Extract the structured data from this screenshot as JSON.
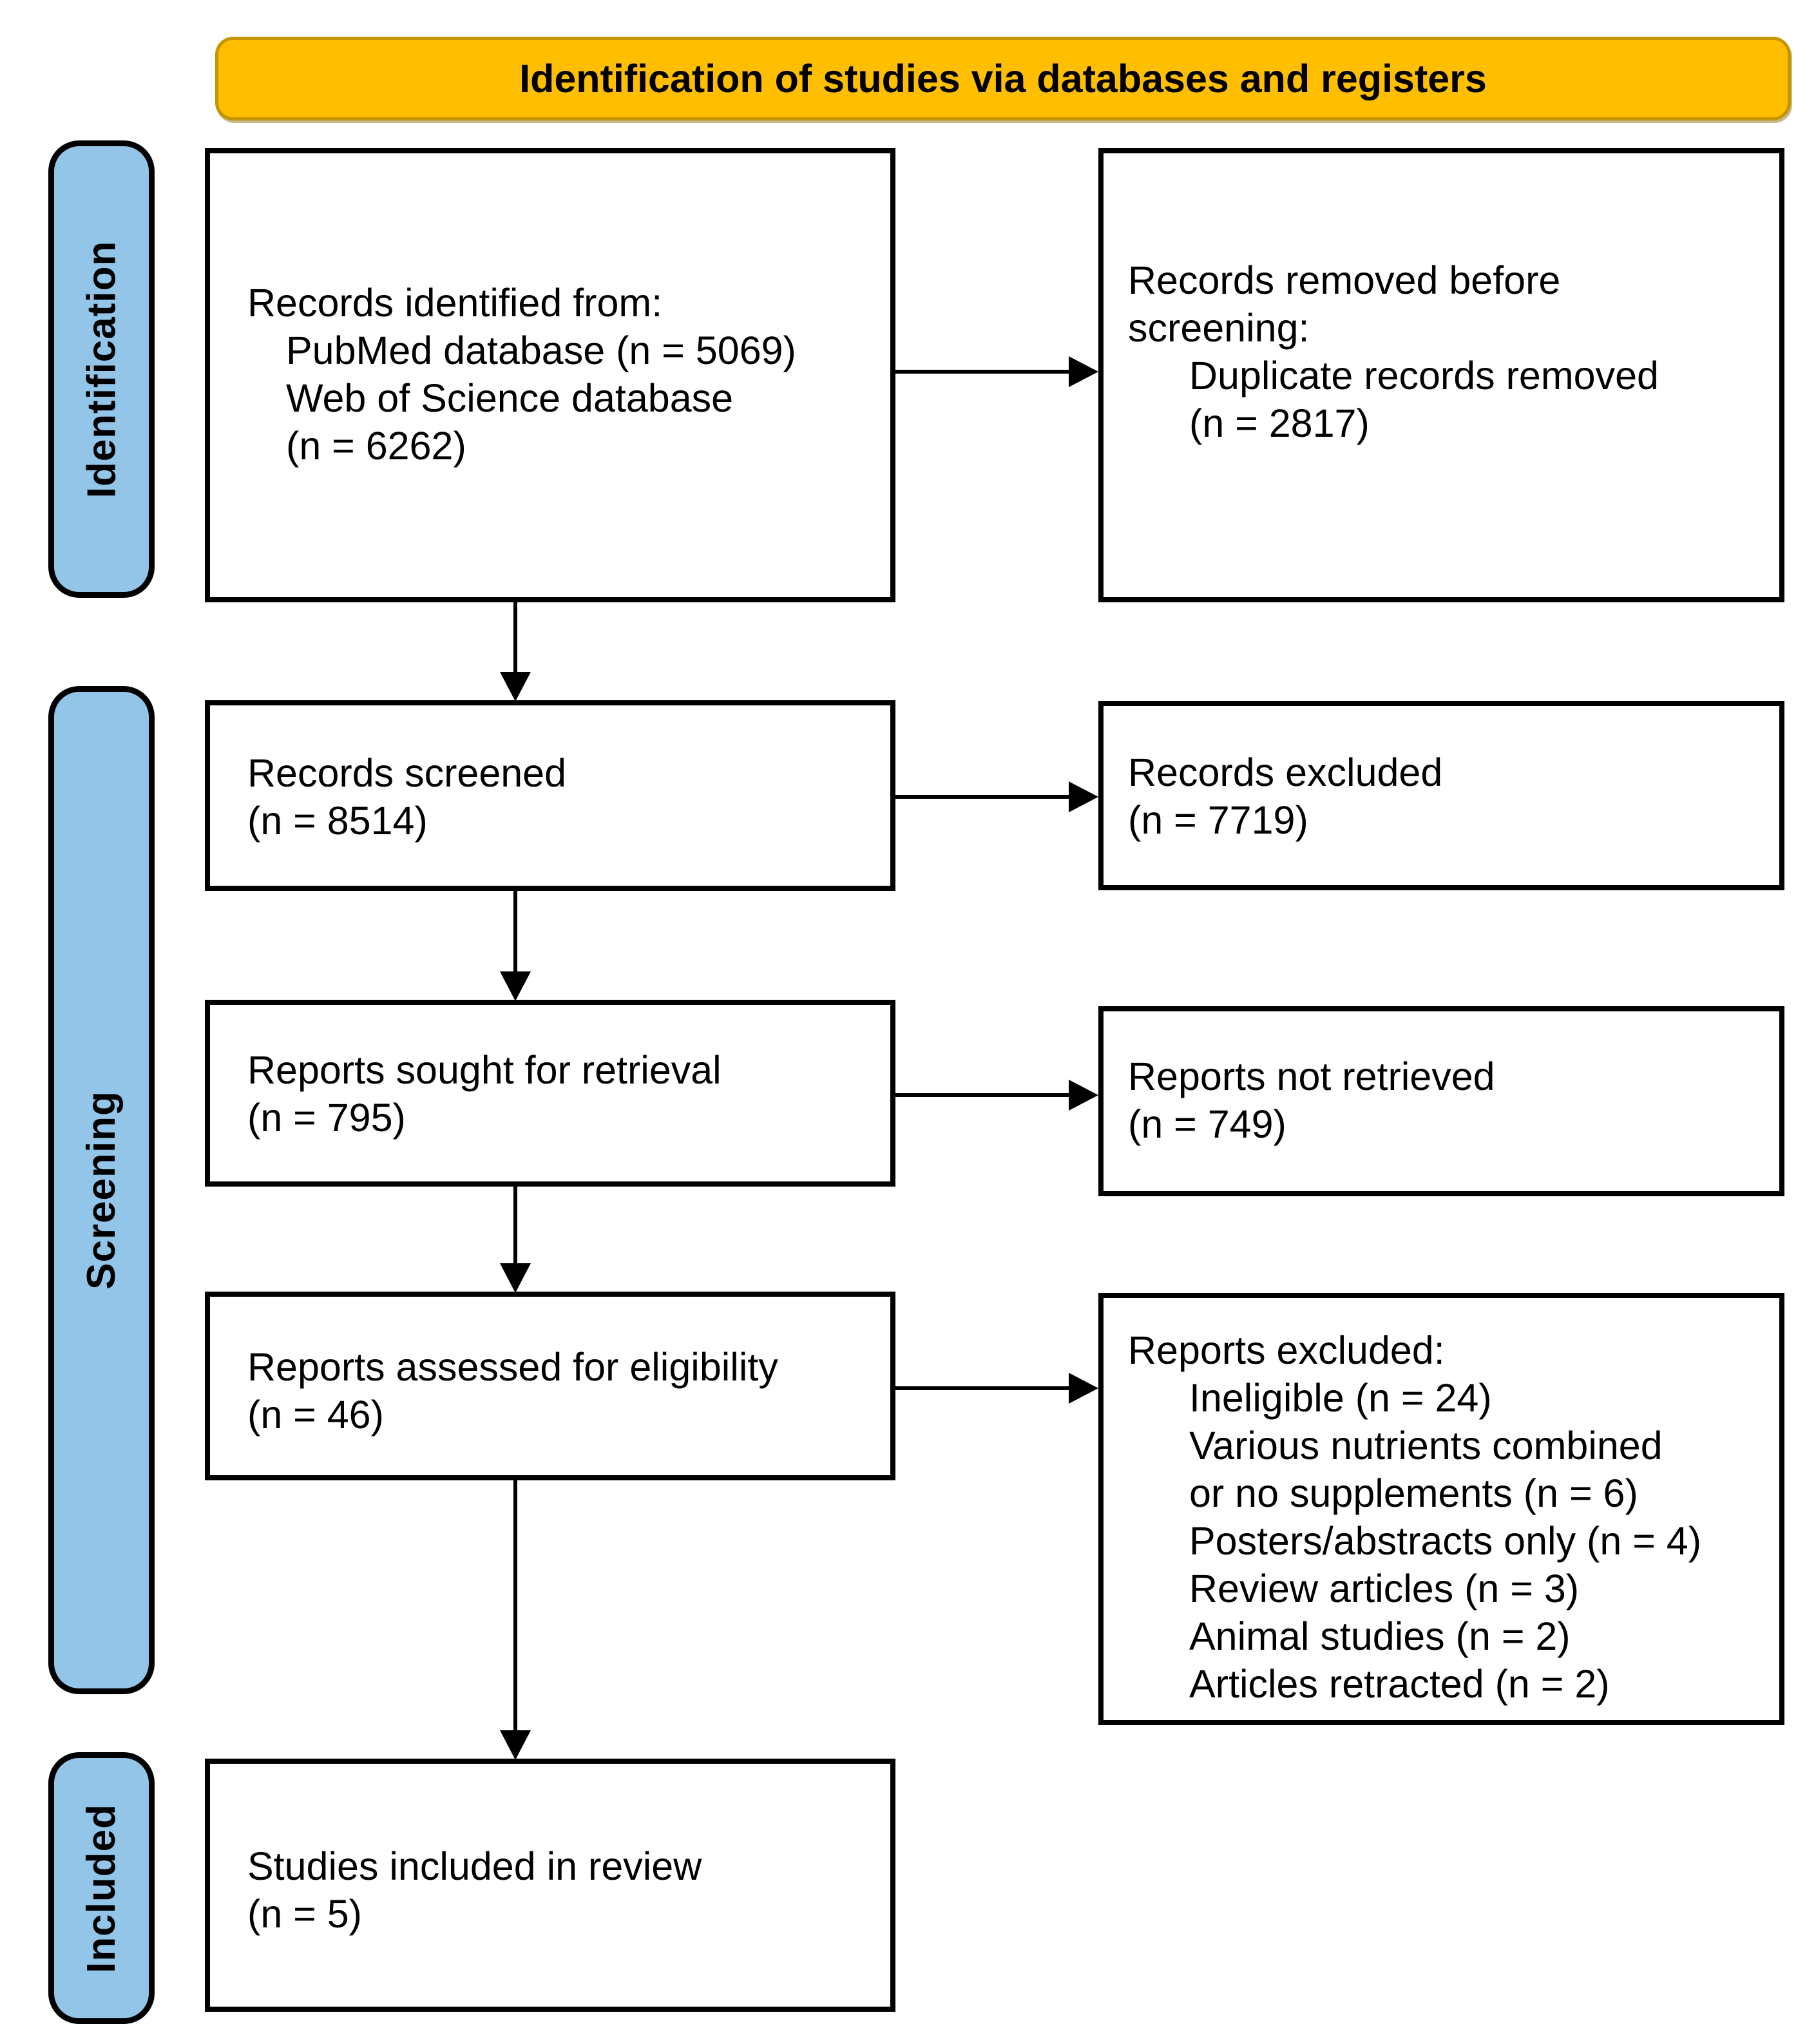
{
  "banner": {
    "title": "Identification of studies via databases and registers"
  },
  "stages": [
    {
      "label": "Identification"
    },
    {
      "label": "Screening"
    },
    {
      "label": "Included"
    }
  ],
  "boxes": {
    "identified": {
      "lines": [
        "Records identified from:",
        "PubMed database (n = 5069)",
        "Web of Science database",
        "(n = 6262)"
      ]
    },
    "removed_before_screening": {
      "lines": [
        "Records removed before",
        "screening:",
        "Duplicate records removed",
        "(n = 2817)"
      ]
    },
    "screened": {
      "lines": [
        "Records screened",
        "(n = 8514)"
      ]
    },
    "records_excluded": {
      "lines": [
        "Records excluded",
        "(n = 7719)"
      ]
    },
    "sought_for_retrieval": {
      "lines": [
        "Reports sought for retrieval",
        "(n = 795)"
      ]
    },
    "not_retrieved": {
      "lines": [
        "Reports not retrieved",
        "(n = 749)"
      ]
    },
    "assessed_for_eligibility": {
      "lines": [
        "Reports assessed for eligibility",
        "(n = 46)"
      ]
    },
    "reports_excluded": {
      "lines": [
        "Reports excluded:",
        "Ineligible (n = 24)",
        "Various nutrients combined",
        "or no supplements  (n = 6)",
        "Posters/abstracts only (n = 4)",
        "Review articles (n = 3)",
        "Animal studies (n = 2)",
        "Articles retracted (n = 2)"
      ]
    },
    "included_in_review": {
      "lines": [
        "Studies included in review",
        "(n = 5)"
      ]
    }
  },
  "colors": {
    "banner_fill": "#FFBF00",
    "banner_border": "#C59500",
    "stage_fill": "#93C5E8",
    "box_border": "#000000",
    "background": "#FFFFFF"
  }
}
